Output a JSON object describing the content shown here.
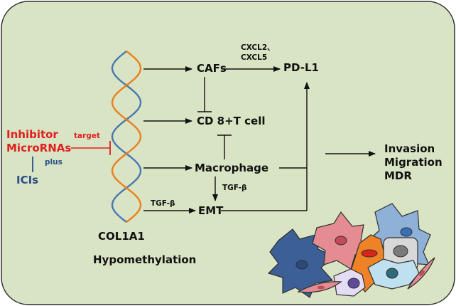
{
  "nodes": {
    "cafs": "CAFs",
    "pdl1": "PD-L1",
    "cd8": "CD 8+T cell",
    "macrophage": "Macrophage",
    "emt": "EMT",
    "outcome": [
      "Invasion",
      "Migration",
      "MDR"
    ],
    "col1a1": "COL1A1",
    "hypomethylation": "Hypomethylation"
  },
  "edge_labels": {
    "cxcl": [
      "CXCL2、",
      "CXCL5"
    ],
    "tgfb_vertical": "TGF-β",
    "tgfb_horizontal": "TGF-β"
  },
  "left_group": {
    "inhibitor": "Inhibitor",
    "micrornas": "MicroRNAs",
    "target": "target",
    "plus": "plus",
    "icis": "ICIs"
  },
  "colors": {
    "background_panel": "#d9e4c4",
    "panel_border": "#2f2f2f",
    "helix_orange": "#e8801e",
    "helix_blue": "#4a78b0",
    "inhibitor_red": "#e0201f",
    "icis_blue": "#2b4f8a"
  }
}
